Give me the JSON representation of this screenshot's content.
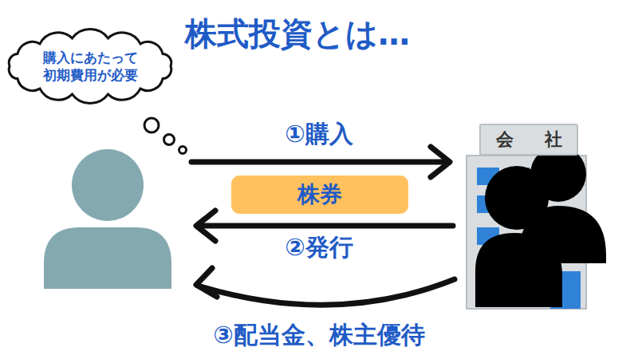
{
  "diagram": {
    "title": "株式投資とは…",
    "nodes": [
      {
        "text": [
          "購入にあたって 初期費用が必要"
        ]
      },
      {
        "text": [
          "株券"
        ]
      },
      {
        "text": [
          "会",
          "社"
        ]
      }
    ],
    "labels": [
      "①購入",
      "②発行",
      "③配当金、株主優待"
    ]
  }
}
